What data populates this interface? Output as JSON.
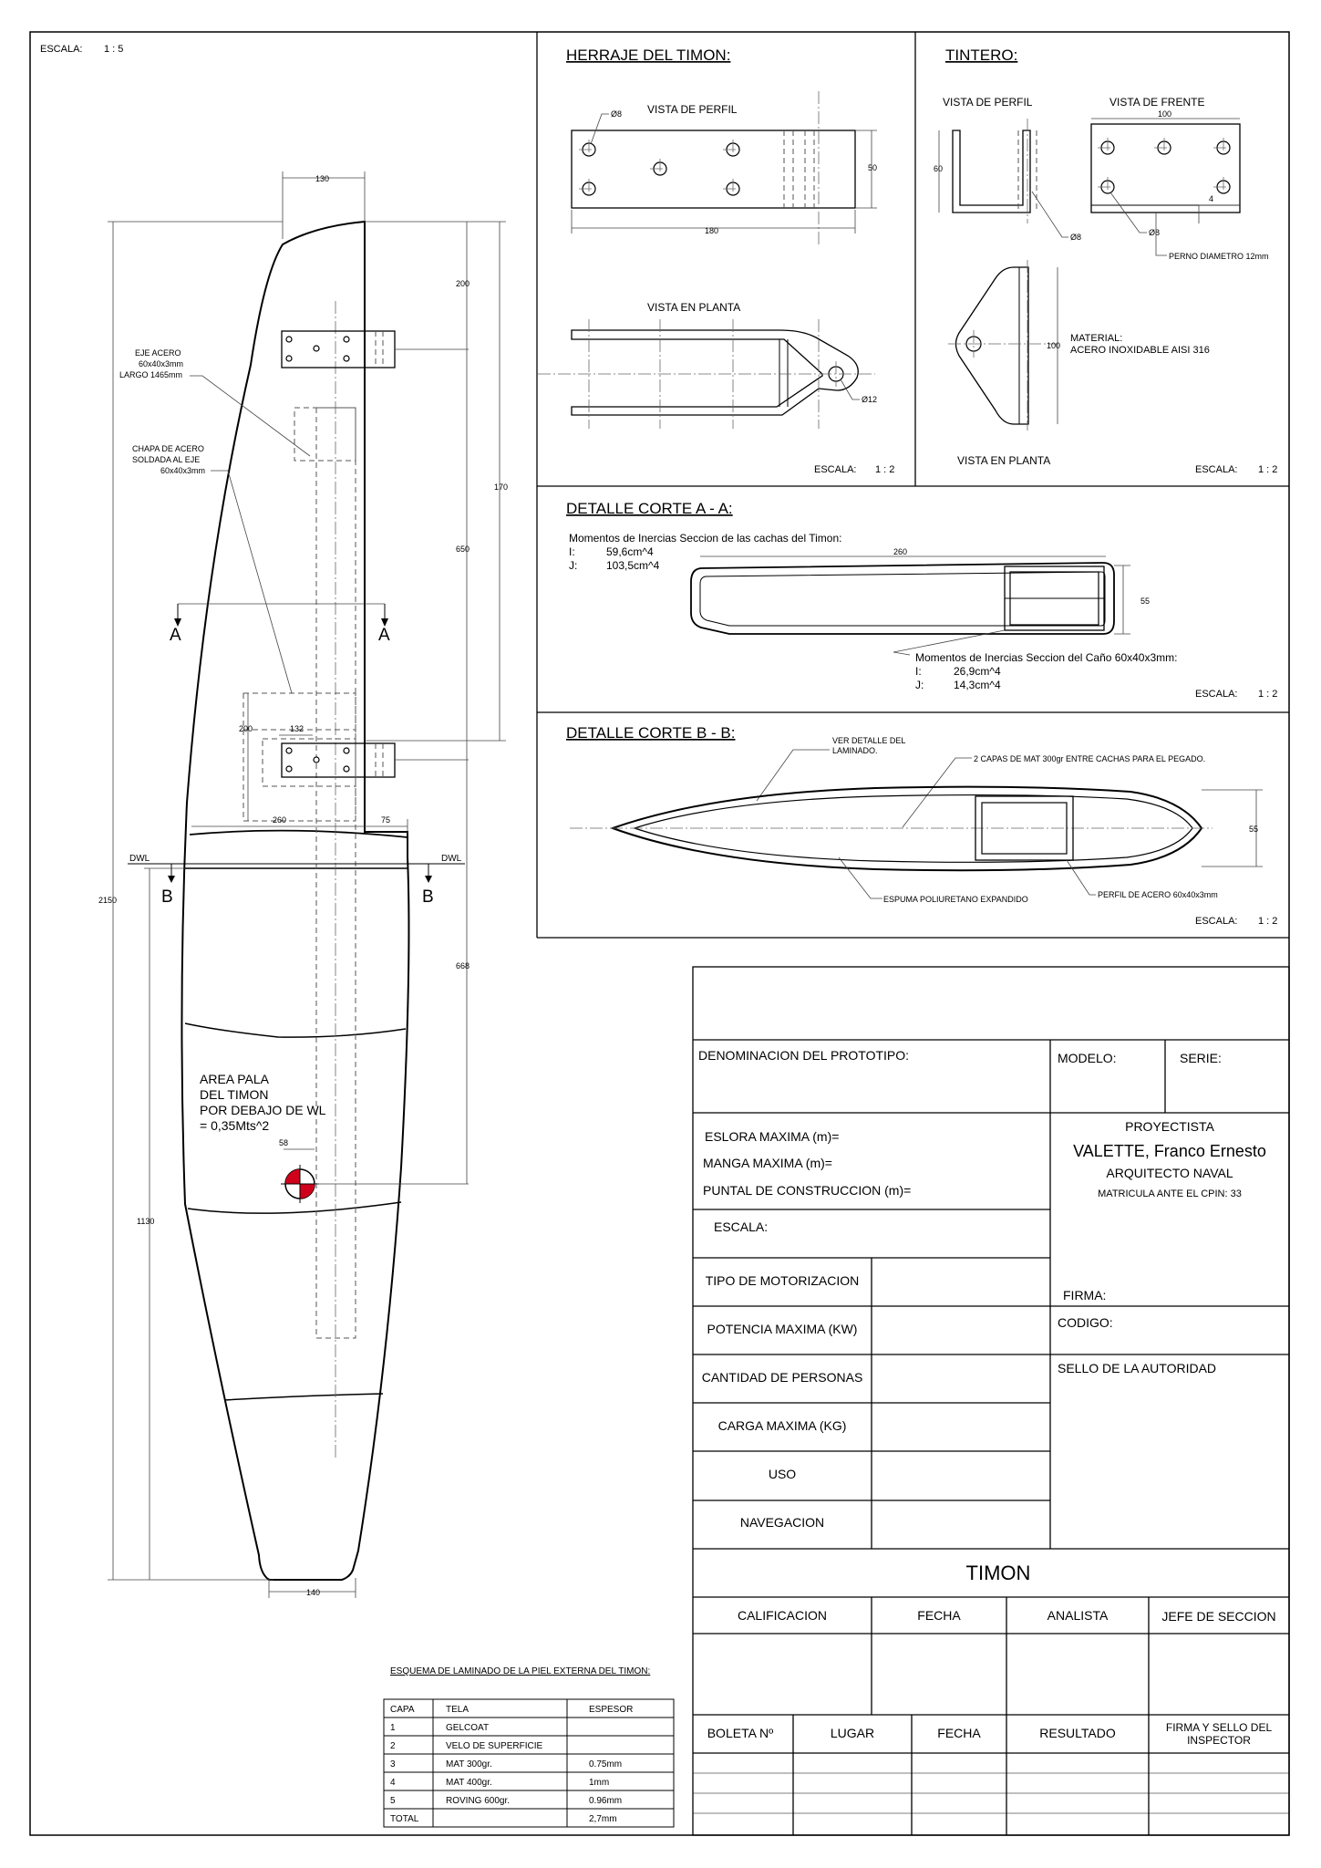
{
  "drawing": {
    "scale_main": {
      "label": "ESCALA:",
      "value": "1 : 5"
    },
    "rudder": {
      "dims": {
        "top": "130",
        "bottom": "140",
        "total_height": "2150",
        "upper_span": "200",
        "upper_mid": "170",
        "middle": "650",
        "lower": "668",
        "blade": "1130",
        "plate": "200",
        "bar": "132",
        "chord_root": "260",
        "aft": "75",
        "cg": "58"
      },
      "section_a": "A",
      "section_b": "B",
      "dwl": "DWL",
      "eje_label": [
        "EJE ACERO",
        "60x40x3mm",
        "LARGO 1465mm"
      ],
      "chapa_label": [
        "CHAPA DE ACERO",
        "SOLDADA AL EJE",
        "60x40x3mm"
      ],
      "area_label": [
        "AREA PALA",
        "DEL TIMON",
        "POR DEBAJO  DE WL",
        "= 0,35Mts^2"
      ]
    },
    "herraje": {
      "title": "HERRAJE DEL TIMON:",
      "vista_perfil": "VISTA DE PERFIL",
      "vista_planta": "VISTA EN PLANTA",
      "d8": "Ø8",
      "d12": "Ø12",
      "w180": "180",
      "h50": "50",
      "escala": "ESCALA:",
      "escala_val": "1 : 2"
    },
    "tintero": {
      "title": "TINTERO:",
      "vista_perfil": "VISTA DE PERFIL",
      "vista_frente": "VISTA DE FRENTE",
      "vista_planta": "VISTA EN PLANTA",
      "w100": "100",
      "h60": "60",
      "four": "4",
      "h100": "100",
      "d8a": "Ø8",
      "d8b": "Ø8",
      "perno": "PERNO DIAMETRO 12mm",
      "material": [
        "MATERIAL:",
        "ACERO INOXIDABLE AISI 316"
      ],
      "escala": "ESCALA:",
      "escala_val": "1 : 2"
    },
    "corte_a": {
      "title": "DETALLE CORTE A - A:",
      "momentos_cachas": "Momentos de Inercias Seccion de las cachas del Timon:",
      "cachas_i_label": "I:",
      "cachas_i": "59,6cm^4",
      "cachas_j_label": "J:",
      "cachas_j": "103,5cm^4",
      "w260": "260",
      "h55": "55",
      "momentos_cano": "Momentos de Inercias Seccion del Caño 60x40x3mm:",
      "cano_i_label": "I:",
      "cano_i": "26,9cm^4",
      "cano_j_label": "J:",
      "cano_j": "14,3cm^4",
      "escala": "ESCALA:",
      "escala_val": "1 : 2"
    },
    "corte_b": {
      "title": "DETALLE CORTE B - B:",
      "ver_detalle": [
        "VER DETALLE DEL",
        "LAMINADO."
      ],
      "capas": "2 CAPAS DE MAT 300gr ENTRE CACHAS PARA EL PEGADO.",
      "espuma": "ESPUMA  POLIURETANO EXPANDIDO",
      "perfil": "PERFIL DE ACERO 60x40x3mm",
      "h55": "55",
      "escala": "ESCALA:",
      "escala_val": "1 : 2"
    }
  },
  "laminado": {
    "title": "ESQUEMA DE LAMINADO DE LA PIEL EXTERNA DEL TIMON:",
    "headers": [
      "CAPA",
      "TELA",
      "ESPESOR"
    ],
    "rows": [
      [
        "1",
        "GELCOAT",
        ""
      ],
      [
        "2",
        "VELO DE SUPERFICIE",
        ""
      ],
      [
        "3",
        "MAT 300gr.",
        "0.75mm"
      ],
      [
        "4",
        "MAT 400gr.",
        "1mm"
      ],
      [
        "5",
        "ROVING 600gr.",
        "0.96mm"
      ],
      [
        "TOTAL",
        "",
        "2,7mm"
      ]
    ]
  },
  "titleblock": {
    "denominacion": "DENOMINACION DEL PROTOTIPO:",
    "modelo": "MODELO:",
    "serie": "SERIE:",
    "eslora": "ESLORA MAXIMA (m)=",
    "manga": "MANGA MAXIMA (m)=",
    "puntal": "PUNTAL DE CONSTRUCCION (m)=",
    "escala": "ESCALA:",
    "proyectista": "PROYECTISTA",
    "name": "VALETTE, Franco Ernesto",
    "profession": "ARQUITECTO NAVAL",
    "matricula": "MATRICULA ANTE EL CPIN: 33",
    "firma": "FIRMA:",
    "codigo": "CODIGO:",
    "sello": "SELLO DE LA AUTORIDAD",
    "tipo_motor": "TIPO DE MOTORIZACION",
    "potencia": "POTENCIA MAXIMA (KW)",
    "cantidad": "CANTIDAD DE PERSONAS",
    "carga": "CARGA MAXIMA (KG)",
    "uso": "USO",
    "navegacion": "NAVEGACION",
    "timon": "TIMON",
    "calificacion": "CALIFICACION",
    "fecha": "FECHA",
    "analista": "ANALISTA",
    "jefe": "JEFE DE SECCION",
    "boleta": "BOLETA Nº",
    "lugar": "LUGAR",
    "fecha2": "FECHA",
    "resultado": "RESULTADO",
    "firma_sello": [
      "FIRMA Y SELLO DEL",
      "INSPECTOR"
    ]
  }
}
